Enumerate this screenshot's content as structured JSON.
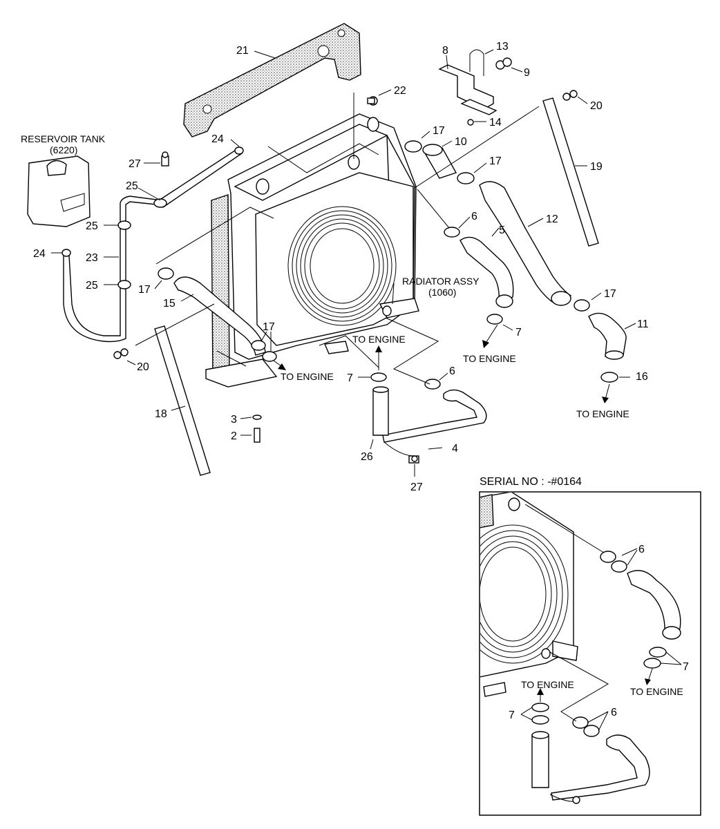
{
  "diagram": {
    "labels": {
      "reservoir_tank": "RESERVOIR TANK",
      "reservoir_code": "(6220)",
      "radiator_assy": "RADIATOR ASSY",
      "radiator_code": "(1060)",
      "to_engine_1": "TO ENGINE",
      "to_engine_2": "TO ENGINE",
      "to_engine_3": "TO ENGINE",
      "to_engine_4": "TO ENGINE",
      "inset_to_engine_1": "TO ENGINE",
      "inset_to_engine_2": "TO ENGINE",
      "serial_no": "SERIAL NO : -#0164"
    },
    "callouts": {
      "p21": "21",
      "p8": "8",
      "p13": "13",
      "p9": "9",
      "p22": "22",
      "p20a": "20",
      "p14": "14",
      "p17a": "17",
      "p10": "10",
      "p17b": "17",
      "p19": "19",
      "p24a": "24",
      "p27a": "27",
      "p25a": "25",
      "p25b": "25",
      "p23": "23",
      "p25c": "25",
      "p24b": "24",
      "p6a": "6",
      "p5": "5",
      "p12": "12",
      "p17c": "17",
      "p15": "15",
      "p17d": "17",
      "p17e": "17",
      "p11": "11",
      "p7a": "7",
      "p20b": "20",
      "p7b": "7",
      "p6b": "6",
      "p16": "16",
      "p18": "18",
      "p3": "3",
      "p2": "2",
      "p4": "4",
      "p26": "26",
      "p27b": "27",
      "inset_p6a": "6",
      "inset_p7a": "7",
      "inset_p7b": "7",
      "inset_p6b": "6"
    }
  }
}
